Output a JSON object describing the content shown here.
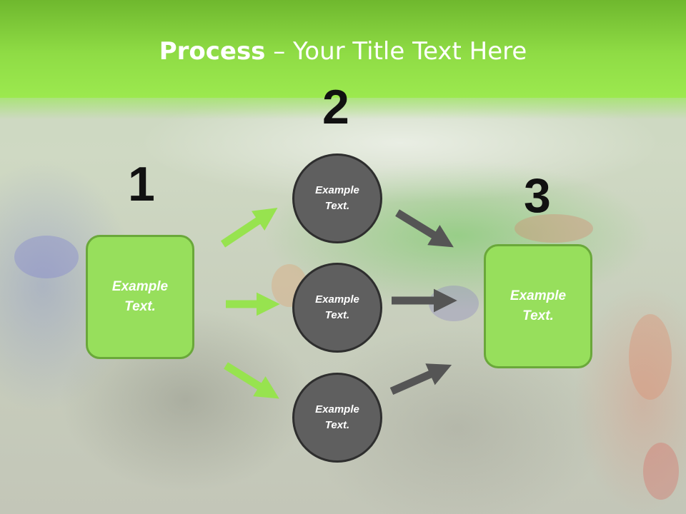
{
  "title": {
    "bold": "Process",
    "rest": " – Your Title Text Here"
  },
  "steps": {
    "one": "1",
    "two": "2",
    "three": "3"
  },
  "left_box": {
    "text": "Example Text."
  },
  "circles": [
    {
      "text": "Example Text."
    },
    {
      "text": "Example Text."
    },
    {
      "text": "Example Text."
    }
  ],
  "right_box": {
    "text": "Example Text."
  },
  "colors": {
    "header_green": "#8fdc45",
    "box_green": "#97df5c",
    "circle_gray": "#5f5f5f",
    "arrow_green": "#97e34f",
    "arrow_gray": "#555555"
  }
}
